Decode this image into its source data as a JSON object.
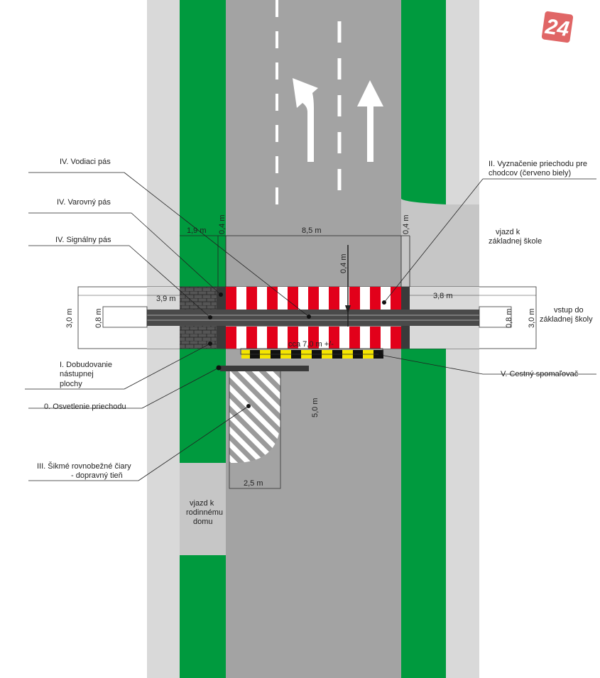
{
  "colors": {
    "road": "#a3a3a3",
    "green": "#009a3e",
    "sidewalk": "#d9d9d9",
    "red": "#e2001a",
    "yellow": "#f5e500",
    "dark": "#3a3a3a"
  },
  "logo": {
    "text": "24"
  },
  "labels": {
    "vodiaci": "IV. Vodiaci pás",
    "varovny": "IV. Varovný pás",
    "signalny": "IV. Signálny pás",
    "dobudovanie": [
      "I. Dobudovanie",
      "nástupnej",
      "plochy"
    ],
    "osvetlenie": "0. Osvetlenie priechodu",
    "sikme": [
      "III. Šikmé rovnobežné čiary",
      "- dopravný tieň"
    ],
    "vyznacenie": [
      "II. Vyznačenie priechodu pre",
      "chodcov (červeno biely)"
    ],
    "spomalovac": "V. Cestný spomaľovač",
    "vjazd_skola": [
      "vjazd k",
      "základnej škole"
    ],
    "vstup_skola": [
      "vstup do",
      "základnej školy"
    ],
    "vjazd_dom": [
      "vjazd k",
      "rodinnému",
      "domu"
    ]
  },
  "dimensions": {
    "d19": "1,9 m",
    "d04a": "0,4 m",
    "d85": "8,5 m",
    "d04b": "0,4 m",
    "d04c": "0,4 m",
    "d39": "3,9 m",
    "d38": "3,8 m",
    "d30l": "3,0 m",
    "d08l": "0,8 m",
    "d08r": "0,8 m",
    "d30r": "3,0 m",
    "d70": "cca 7,0 m +/-",
    "d50": "5,0 m",
    "d25": "2,5 m"
  }
}
